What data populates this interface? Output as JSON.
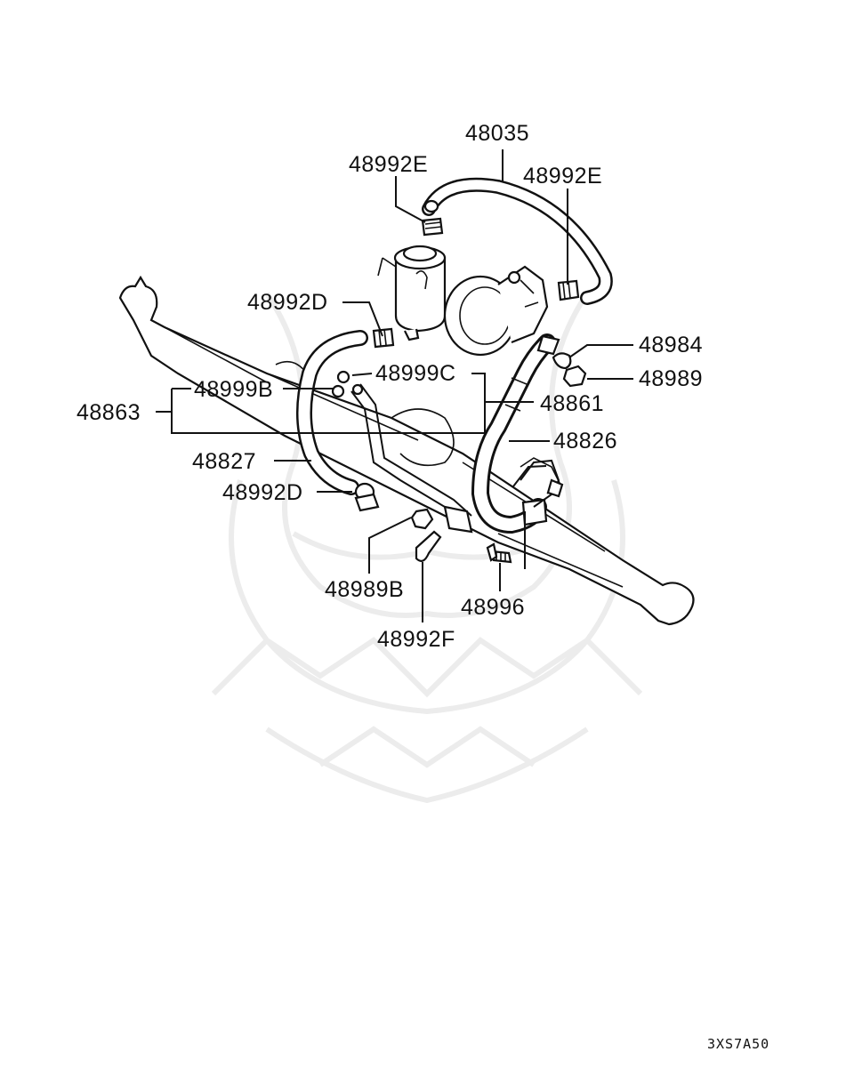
{
  "diagram": {
    "labels": {
      "p48035": "48035",
      "p48992E_left": "48992E",
      "p48992E_right": "48992E",
      "p48992D_top": "48992D",
      "p48984": "48984",
      "p48989": "48989",
      "p48999C": "48999C",
      "p48999B": "48999B",
      "p48863": "48863",
      "p48861": "48861",
      "p48826": "48826",
      "p48827": "48827",
      "p48992D_bottom": "48992D",
      "p48989B": "48989B",
      "p48996": "48996",
      "p48992F": "48992F"
    },
    "figure_code": "3XS7A50"
  }
}
